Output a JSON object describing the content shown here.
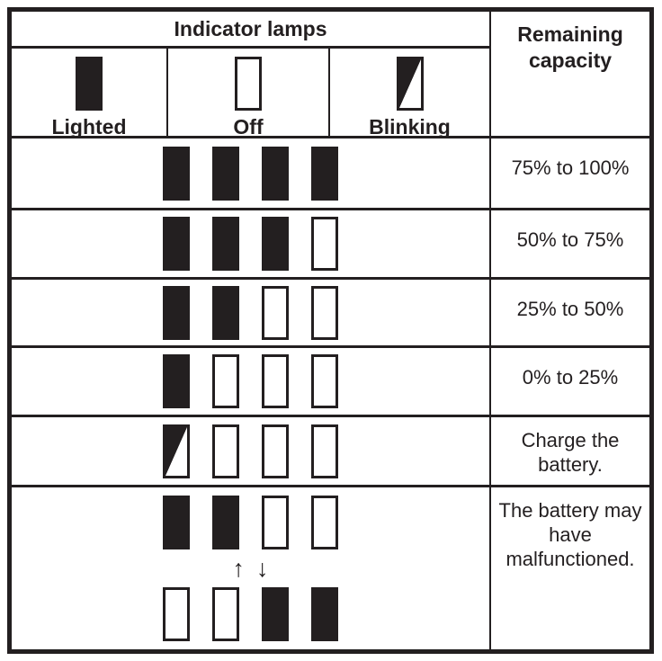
{
  "colors": {
    "ink": "#231f20",
    "background": "#ffffff"
  },
  "table": {
    "header": {
      "indicator_lamps": "Indicator lamps",
      "remaining_capacity": "Remaining capacity"
    },
    "legend": [
      {
        "state": "on",
        "label": "Lighted"
      },
      {
        "state": "off",
        "label": "Off"
      },
      {
        "state": "blink",
        "label": "Blinking"
      }
    ],
    "rows": [
      {
        "lamps": [
          "on",
          "on",
          "on",
          "on"
        ],
        "capacity": "75% to 100%"
      },
      {
        "lamps": [
          "on",
          "on",
          "on",
          "off"
        ],
        "capacity": "50% to 75%"
      },
      {
        "lamps": [
          "on",
          "on",
          "off",
          "off"
        ],
        "capacity": "25% to 50%"
      },
      {
        "lamps": [
          "on",
          "off",
          "off",
          "off"
        ],
        "capacity": "0% to 25%"
      },
      {
        "lamps": [
          "blink",
          "off",
          "off",
          "off"
        ],
        "capacity": "Charge the battery."
      },
      {
        "lamps": [
          "on",
          "on",
          "off",
          "off"
        ],
        "lamps_alt": [
          "off",
          "off",
          "on",
          "on"
        ],
        "capacity": "The battery may have malfunctioned."
      }
    ]
  },
  "icons": {
    "up_arrow": "↑",
    "down_arrow": "↓"
  }
}
